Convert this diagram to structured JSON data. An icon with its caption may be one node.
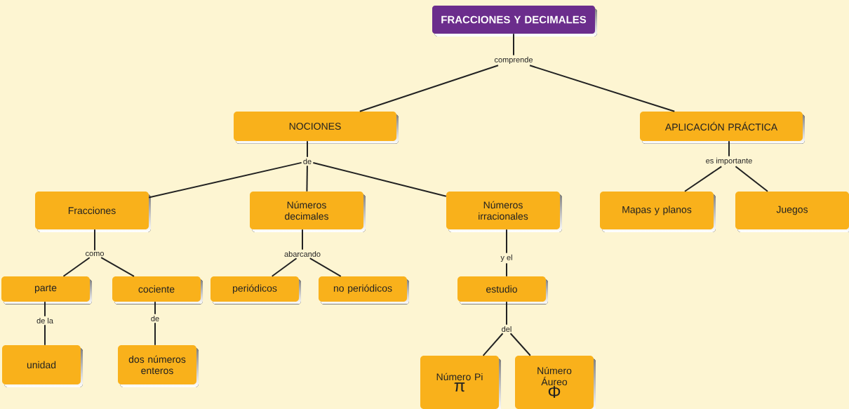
{
  "diagram": {
    "nodes": [
      {
        "text": [
          "FRACCIONES Y DECIMALES"
        ]
      },
      {
        "text": [
          "comprende"
        ]
      },
      {
        "text": [
          "NOCIONES"
        ]
      },
      {
        "text": [
          "APLICACIÓN PRÁCTICA"
        ]
      },
      {
        "text": [
          "de"
        ]
      },
      {
        "text": [
          "es importante"
        ]
      },
      {
        "text": [
          "Fracciones"
        ]
      },
      {
        "text": [
          "Números decimales"
        ]
      },
      {
        "text": [
          "Números irracionales"
        ]
      },
      {
        "text": [
          "Mapas y planos"
        ]
      },
      {
        "text": [
          "Juegos"
        ]
      },
      {
        "text": [
          "como"
        ]
      },
      {
        "text": [
          "abarcando"
        ]
      },
      {
        "text": [
          "y el"
        ]
      },
      {
        "text": [
          "parte"
        ]
      },
      {
        "text": [
          "cociente"
        ]
      },
      {
        "text": [
          "periódicos"
        ]
      },
      {
        "text": [
          "no periódicos"
        ]
      },
      {
        "text": [
          "estudio"
        ]
      },
      {
        "text": [
          "de la"
        ]
      },
      {
        "text": [
          "de"
        ]
      },
      {
        "text": [
          "del"
        ]
      },
      {
        "text": [
          "unidad"
        ]
      },
      {
        "text": [
          "dos números enteros"
        ]
      },
      {
        "text": [
          "Número Pi",
          "π"
        ]
      },
      {
        "text": [
          "Número Áureo",
          "Φ"
        ]
      }
    ],
    "edges": [
      {
        "from": 0,
        "to": 1,
        "arrow": "none"
      },
      {
        "from": 1,
        "to": 2,
        "arrow": "none"
      },
      {
        "from": 1,
        "to": 3,
        "arrow": "none"
      },
      {
        "from": 2,
        "to": 4,
        "arrow": "none"
      },
      {
        "from": 4,
        "to": 6,
        "arrow": "none"
      },
      {
        "from": 4,
        "to": 7,
        "arrow": "none"
      },
      {
        "from": 4,
        "to": 8,
        "arrow": "none"
      },
      {
        "from": 3,
        "to": 5,
        "arrow": "none"
      },
      {
        "from": 5,
        "to": 9,
        "arrow": "none"
      },
      {
        "from": 5,
        "to": 10,
        "arrow": "none"
      },
      {
        "from": 6,
        "to": 11,
        "arrow": "none"
      },
      {
        "from": 11,
        "to": 14,
        "arrow": "none"
      },
      {
        "from": 11,
        "to": 15,
        "arrow": "none"
      },
      {
        "from": 7,
        "to": 12,
        "arrow": "none"
      },
      {
        "from": 12,
        "to": 16,
        "arrow": "none"
      },
      {
        "from": 12,
        "to": 17,
        "arrow": "none"
      },
      {
        "from": 8,
        "to": 13,
        "arrow": "none"
      },
      {
        "from": 13,
        "to": 18,
        "arrow": "none"
      },
      {
        "from": 14,
        "to": 19,
        "arrow": "none"
      },
      {
        "from": 19,
        "to": 22,
        "arrow": "none"
      },
      {
        "from": 15,
        "to": 20,
        "arrow": "none"
      },
      {
        "from": 20,
        "to": 23,
        "arrow": "none"
      },
      {
        "from": 18,
        "to": 21,
        "arrow": "none"
      },
      {
        "from": 21,
        "to": 24,
        "arrow": "none"
      },
      {
        "from": 21,
        "to": 25,
        "arrow": "none"
      }
    ]
  }
}
